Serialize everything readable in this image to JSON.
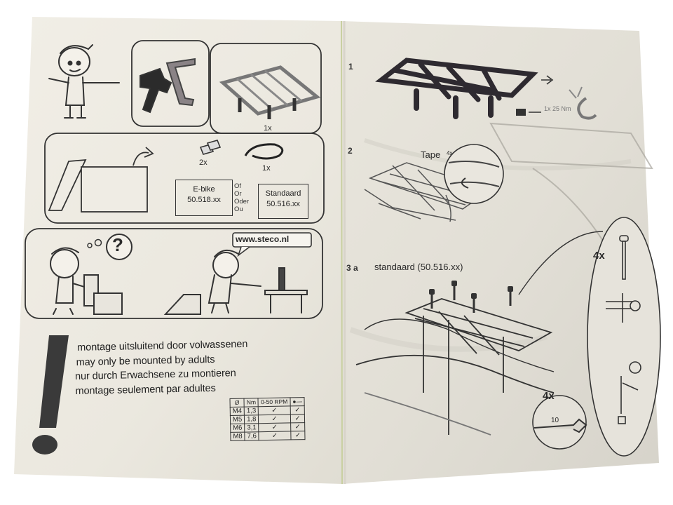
{
  "left_page": {
    "panel1": {
      "qty_rack": "1x"
    },
    "panel2": {
      "qty_springs": "2x",
      "qty_strap": "1x",
      "ebike": {
        "name": "E-bike",
        "code": "50.518.xx"
      },
      "or_words": [
        "Of",
        "Or",
        "Oder",
        "Ou"
      ],
      "standard": {
        "name": "Standaard",
        "code": "50.516.xx"
      }
    },
    "panel3": {
      "question_mark": "?",
      "website": "www.steco.nl"
    },
    "warning": {
      "exclamation": "!",
      "lines": [
        "montage uitsluitend door volwassenen",
        "may only be mounted by adults",
        "nur durch Erwachsene zu montieren",
        "montage seulement par adultes"
      ]
    },
    "torque_table": {
      "headers": [
        "Ø",
        "Nm",
        "0-50 RPM",
        ""
      ],
      "rows": [
        [
          "M4",
          "1,3",
          "✓",
          "✓"
        ],
        [
          "M5",
          "1,8",
          "✓",
          "✓"
        ],
        [
          "M6",
          "3,1",
          "✓",
          "✓"
        ],
        [
          "M8",
          "7,6",
          "✓",
          "✓"
        ]
      ]
    }
  },
  "right_page": {
    "step1": {
      "number": "1",
      "bolt_label": "1x 25 Nm"
    },
    "step2": {
      "number": "2",
      "tape_label": "Tape",
      "tape_qty": "4x"
    },
    "step3": {
      "number": "3 a",
      "title": "standaard (50.516.xx)",
      "qty_bolts": "4x",
      "qty_nuts": "4x",
      "wrench_size": "10"
    }
  }
}
